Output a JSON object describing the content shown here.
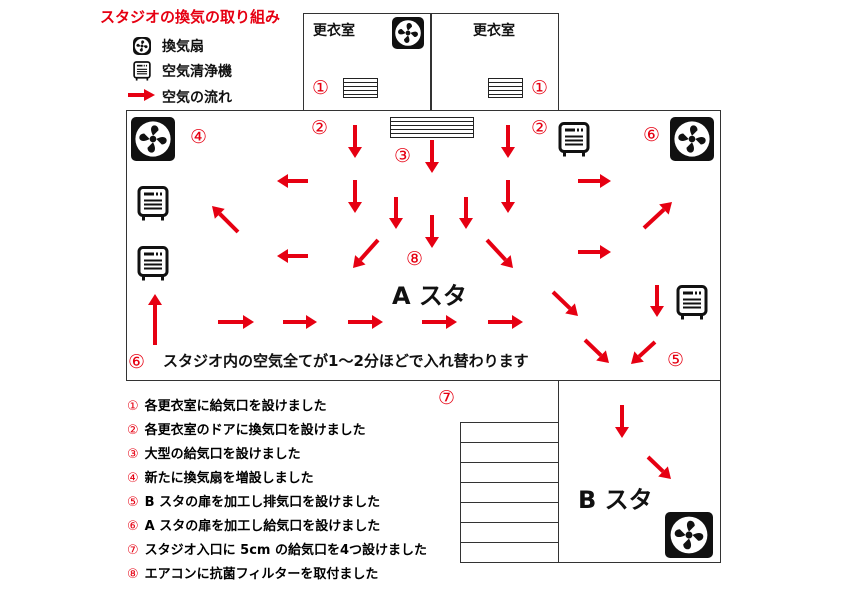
{
  "title": "スタジオの換気の取り組み",
  "legend": [
    {
      "icon": "fan-icon",
      "label": "換気扇"
    },
    {
      "icon": "air-purifier-icon",
      "label": "空気清浄機"
    },
    {
      "icon": "arrow-icon",
      "label": "空気の流れ"
    }
  ],
  "rooms": {
    "locker_left": "更衣室",
    "locker_right": "更衣室",
    "studio_a": "A スタ",
    "studio_b": "B スタ"
  },
  "markers": {
    "m1": "①",
    "m2": "②",
    "m3": "③",
    "m4": "④",
    "m5": "⑤",
    "m6": "⑥",
    "m7": "⑦",
    "m8": "⑧"
  },
  "caption": "スタジオ内の空気全てが1～2分ほどで入れ替わります",
  "notes": [
    {
      "num": "①",
      "text": "各更衣室に給気口を設けました"
    },
    {
      "num": "②",
      "text": "各更衣室のドアに換気口を設けました"
    },
    {
      "num": "③",
      "text": "大型の給気口を設けました"
    },
    {
      "num": "④",
      "text": "新たに換気扇を増設しました"
    },
    {
      "num": "⑤",
      "text": "B スタの扉を加工し排気口を設けました"
    },
    {
      "num": "⑥",
      "text": "A スタの扉を加工し給気口を設けました"
    },
    {
      "num": "⑦",
      "text": "スタジオ入口に 5cm の給気口を4つ設けました"
    },
    {
      "num": "⑧",
      "text": "エアコンに抗菌フィルターを取付ました"
    }
  ],
  "colors": {
    "accent": "#e60012",
    "ink": "#111111"
  }
}
